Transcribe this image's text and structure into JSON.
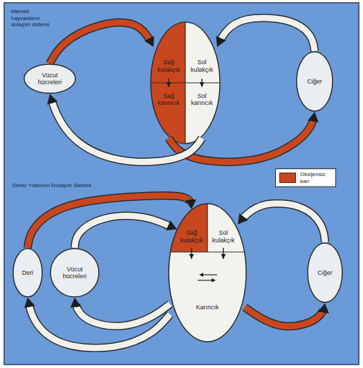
{
  "diagram": {
    "nodes": [
      {
        "text": [
          "Vücut hücreleri"
        ]
      },
      {
        "text": [
          "Sağ kulakçık"
        ]
      },
      {
        "text": [
          "Sol kulakçık"
        ]
      },
      {
        "text": [
          "Sağ karıncık"
        ]
      },
      {
        "text": [
          "Sol karıncık"
        ]
      },
      {
        "text": [
          "Ciğer"
        ]
      },
      {
        "text": [
          "Deri"
        ]
      },
      {
        "text": [
          "Vücut hücreleri"
        ]
      },
      {
        "text": [
          "Sağ kulakçık"
        ]
      },
      {
        "text": [
          "Sol kulakçık"
        ]
      },
      {
        "text": [
          "Karıncık"
        ]
      },
      {
        "text": [
          "Ciğer"
        ]
      }
    ],
    "edges": [
      {
        "from": 0,
        "to": 1,
        "arrow": "to"
      },
      {
        "from": 1,
        "to": 3,
        "arrow": "to"
      },
      {
        "from": 3,
        "to": 5,
        "arrow": "to"
      },
      {
        "from": 5,
        "to": 2,
        "arrow": "to"
      },
      {
        "from": 2,
        "to": 4,
        "arrow": "to"
      },
      {
        "from": 4,
        "to": 0,
        "arrow": "to"
      },
      {
        "from": 8,
        "to": 10,
        "arrow": "to"
      },
      {
        "from": 9,
        "to": 10,
        "arrow": "to"
      },
      {
        "from": 10,
        "to": 11,
        "arrow": "to"
      },
      {
        "from": 11,
        "to": 9,
        "arrow": "to"
      },
      {
        "from": 10,
        "to": 6,
        "arrow": "to"
      },
      {
        "from": 10,
        "to": 7,
        "arrow": "to"
      },
      {
        "from": 6,
        "to": 8,
        "arrow": "to"
      },
      {
        "from": 7,
        "to": 8,
        "arrow": "to"
      }
    ],
    "labels": [
      "Memeli hayvanların dolaşım sistemi",
      "Deniz Yılanının Dolaşım Sistemi"
    ],
    "legend": [
      {
        "text": "Oksijensiz kan",
        "color": "#c9471f"
      }
    ]
  }
}
